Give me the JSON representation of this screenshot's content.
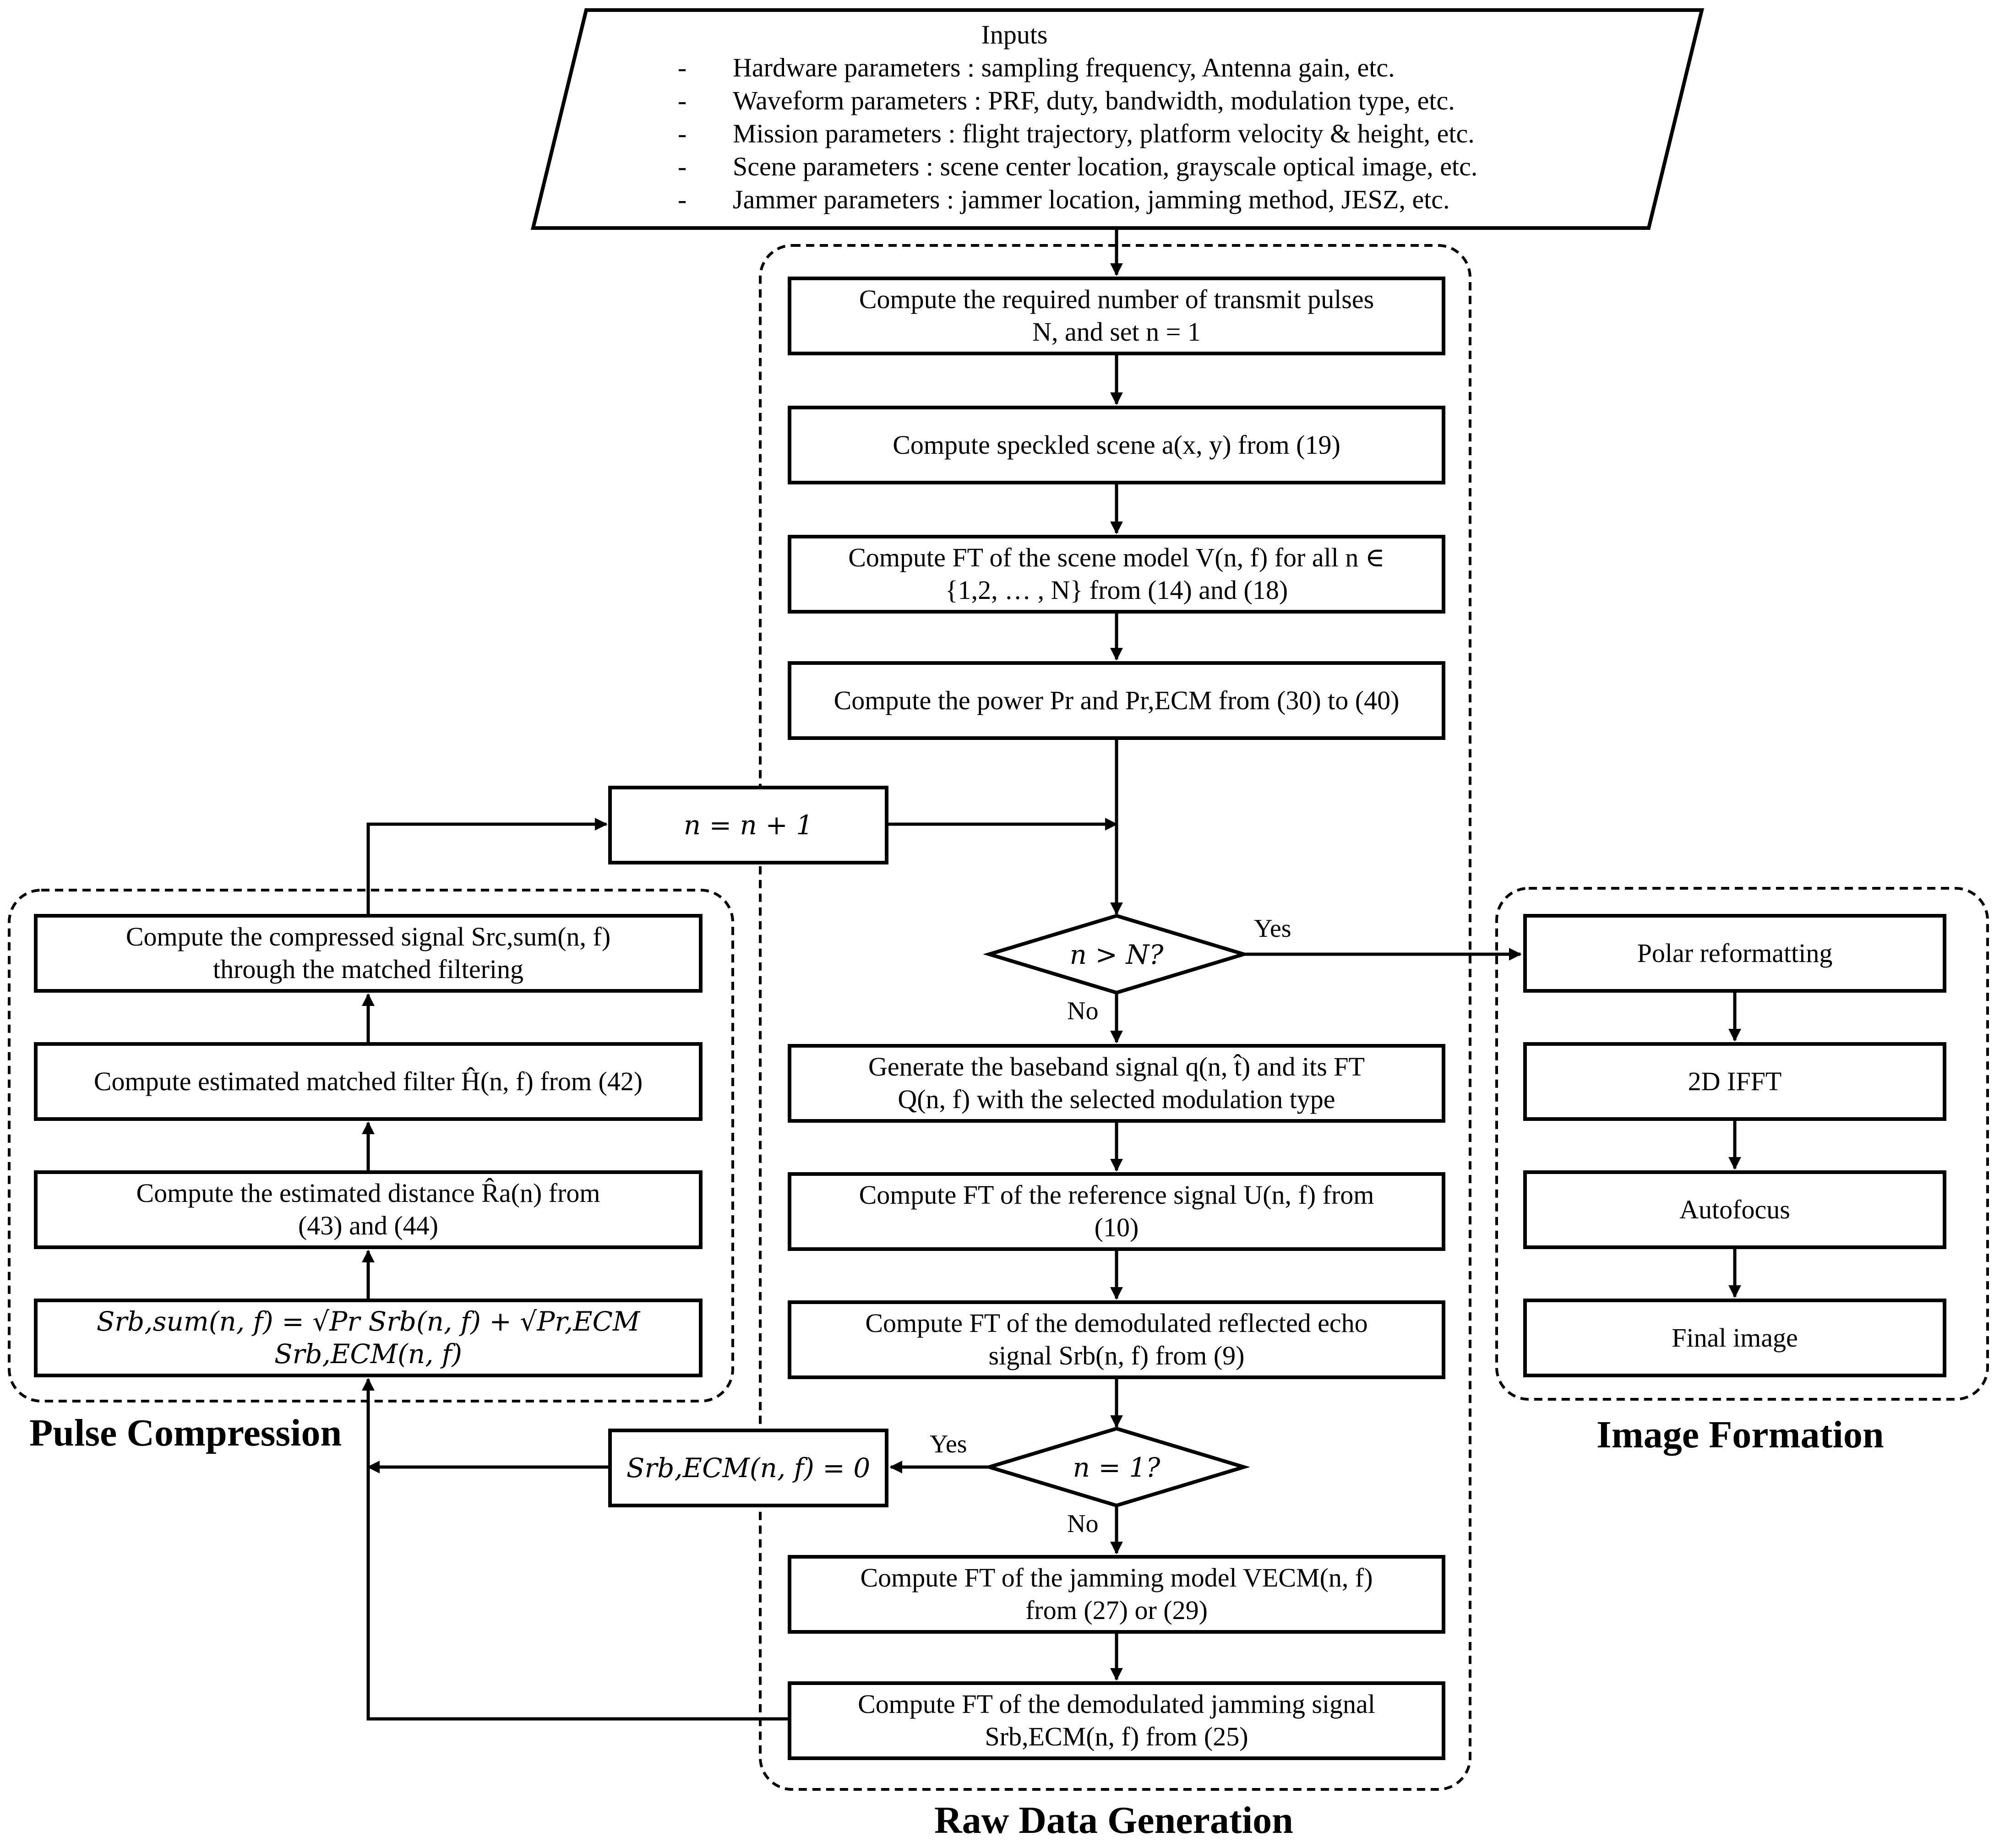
{
  "inputs": {
    "title": "Inputs",
    "items": [
      "Hardware parameters : sampling frequency, Antenna gain, etc.",
      "Waveform parameters : PRF, duty, bandwidth, modulation type, etc.",
      "Mission parameters : flight trajectory, platform velocity & height, etc.",
      "Scene parameters : scene center location, grayscale optical image, etc.",
      "Jammer parameters : jammer location, jamming method, JESZ, etc."
    ],
    "bullet": "-"
  },
  "raw_data": {
    "title": "Raw Data Generation",
    "step1": {
      "line1": "Compute the required number of transmit pulses",
      "line2": "N, and set n = 1"
    },
    "step2": {
      "line1": "Compute speckled scene a(x, y) from (19)"
    },
    "step3": {
      "line1": "Compute FT of the scene model V(n, f) for all n ∈",
      "line2": "{1,2, … , N} from (14) and (18)"
    },
    "step4": {
      "line1": "Compute the power Pr and Pr,ECM from (30) to (40)"
    },
    "increment": "n = n + 1",
    "decision1": "n > N?",
    "decision1_yes": "Yes",
    "decision1_no": "No",
    "step5": {
      "line1": "Generate the baseband signal q(n, t̂) and its FT",
      "line2": "Q(n, f)  with the selected modulation type"
    },
    "step6": {
      "line1": "Compute FT of the reference signal U(n, f) from",
      "line2": "(10)"
    },
    "step7": {
      "line1": "Compute FT of the demodulated reflected echo",
      "line2": "signal Srb(n, f) from (9)"
    },
    "decision2": "n = 1?",
    "decision2_yes": "Yes",
    "decision2_no": "No",
    "zero_box": "Srb,ECM(n, f) = 0",
    "step8": {
      "line1": "Compute FT of the jamming model VECM(n, f)",
      "line2": "from (27) or (29)"
    },
    "step9": {
      "line1": "Compute FT of the demodulated jamming signal",
      "line2": "Srb,ECM(n, f) from (25)"
    }
  },
  "pulse_compression": {
    "title": "Pulse Compression",
    "sum_box": "Srb,sum(n, f) = √Pr Srb(n, f) + √Pr,ECM Srb,ECM(n, f)",
    "distance": {
      "line1": "Compute the estimated distance R̂a(n) from",
      "line2": "(43) and (44)"
    },
    "filter": {
      "line1": "Compute estimated matched filter Ĥ(n, f) from (42)"
    },
    "compressed": {
      "line1": "Compute the compressed signal Src,sum(n, f)",
      "line2": "through the matched filtering"
    }
  },
  "image_formation": {
    "title": "Image Formation",
    "steps": [
      "Polar reformatting",
      "2D IFFT",
      "Autofocus",
      "Final image"
    ]
  }
}
